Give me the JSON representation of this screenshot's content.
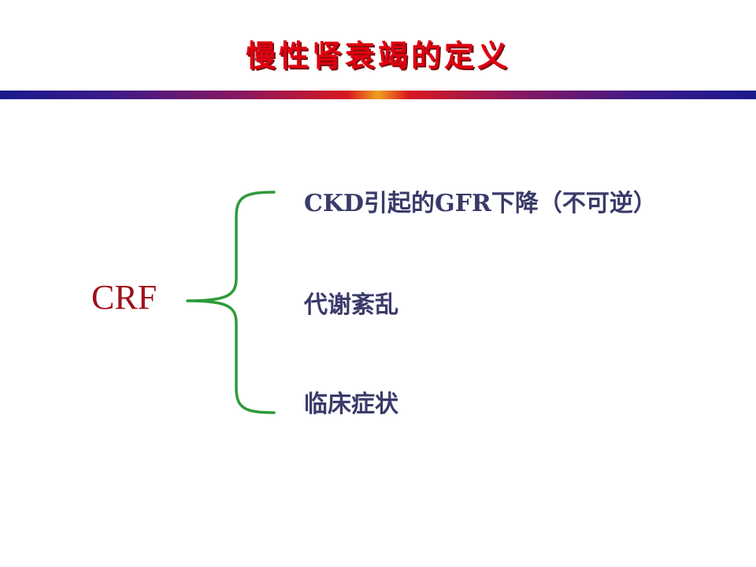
{
  "slide": {
    "title": "慢性肾衰竭的定义",
    "subject": "CRF",
    "items": [
      "CKD引起的GFR下降（不可逆）",
      "代谢紊乱",
      "临床症状"
    ]
  },
  "colors": {
    "title": "#e00010",
    "title_shadow": "#7a1010",
    "subject": "#a0101a",
    "items": "#3a3a6a",
    "brace": "#2e9a3a"
  },
  "icons": {
    "brace": "curly-brace-icon"
  }
}
